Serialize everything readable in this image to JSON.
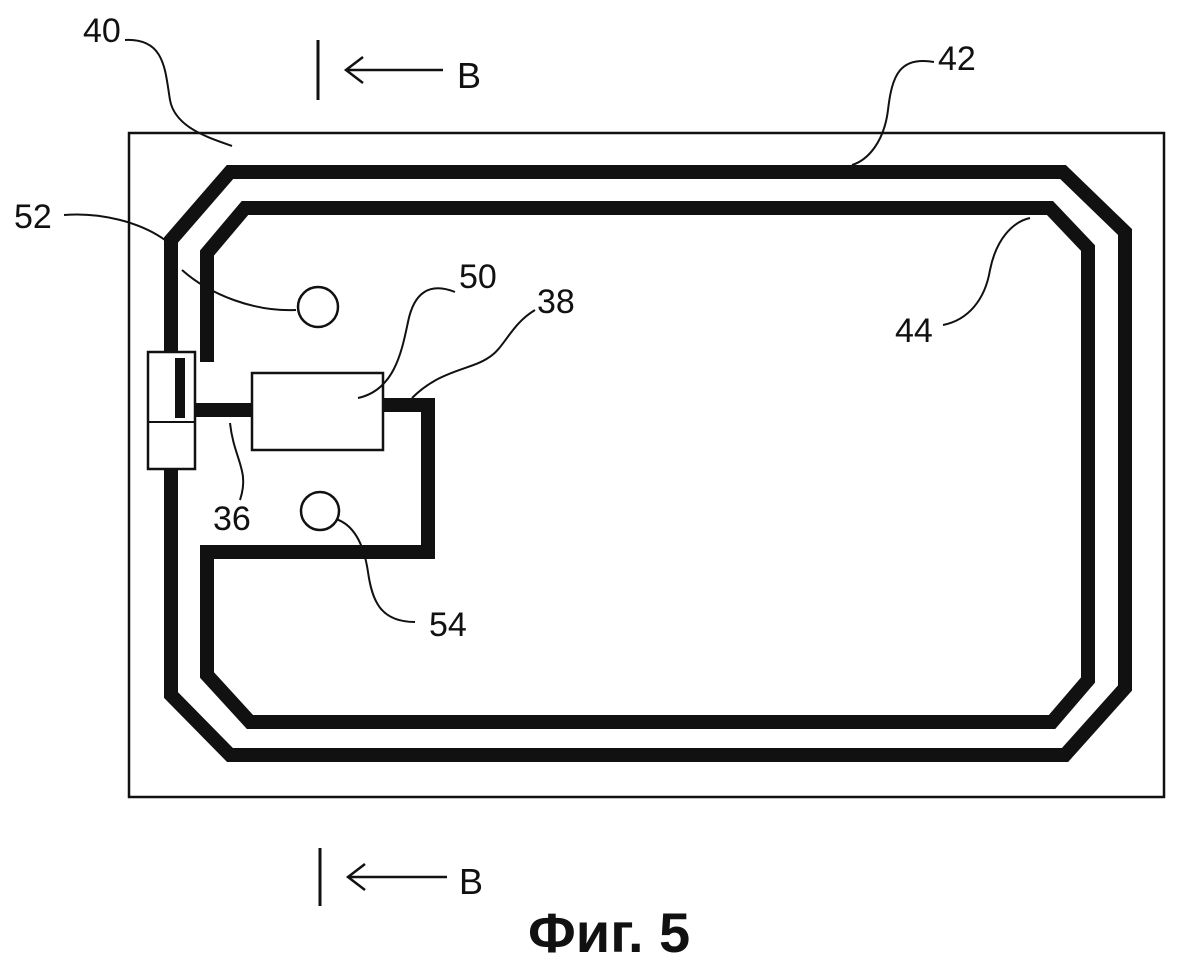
{
  "figure": {
    "caption": "Фиг. 5",
    "section_marker": {
      "top_letter": "B",
      "bottom_letter": "B"
    },
    "reference_labels": {
      "substrate": "40",
      "outer_coil": "42",
      "inner_coil": "44",
      "left_lead": "52",
      "chip": "50",
      "right_connection": "38",
      "left_connection": "36",
      "lower_hole": "54"
    }
  }
}
